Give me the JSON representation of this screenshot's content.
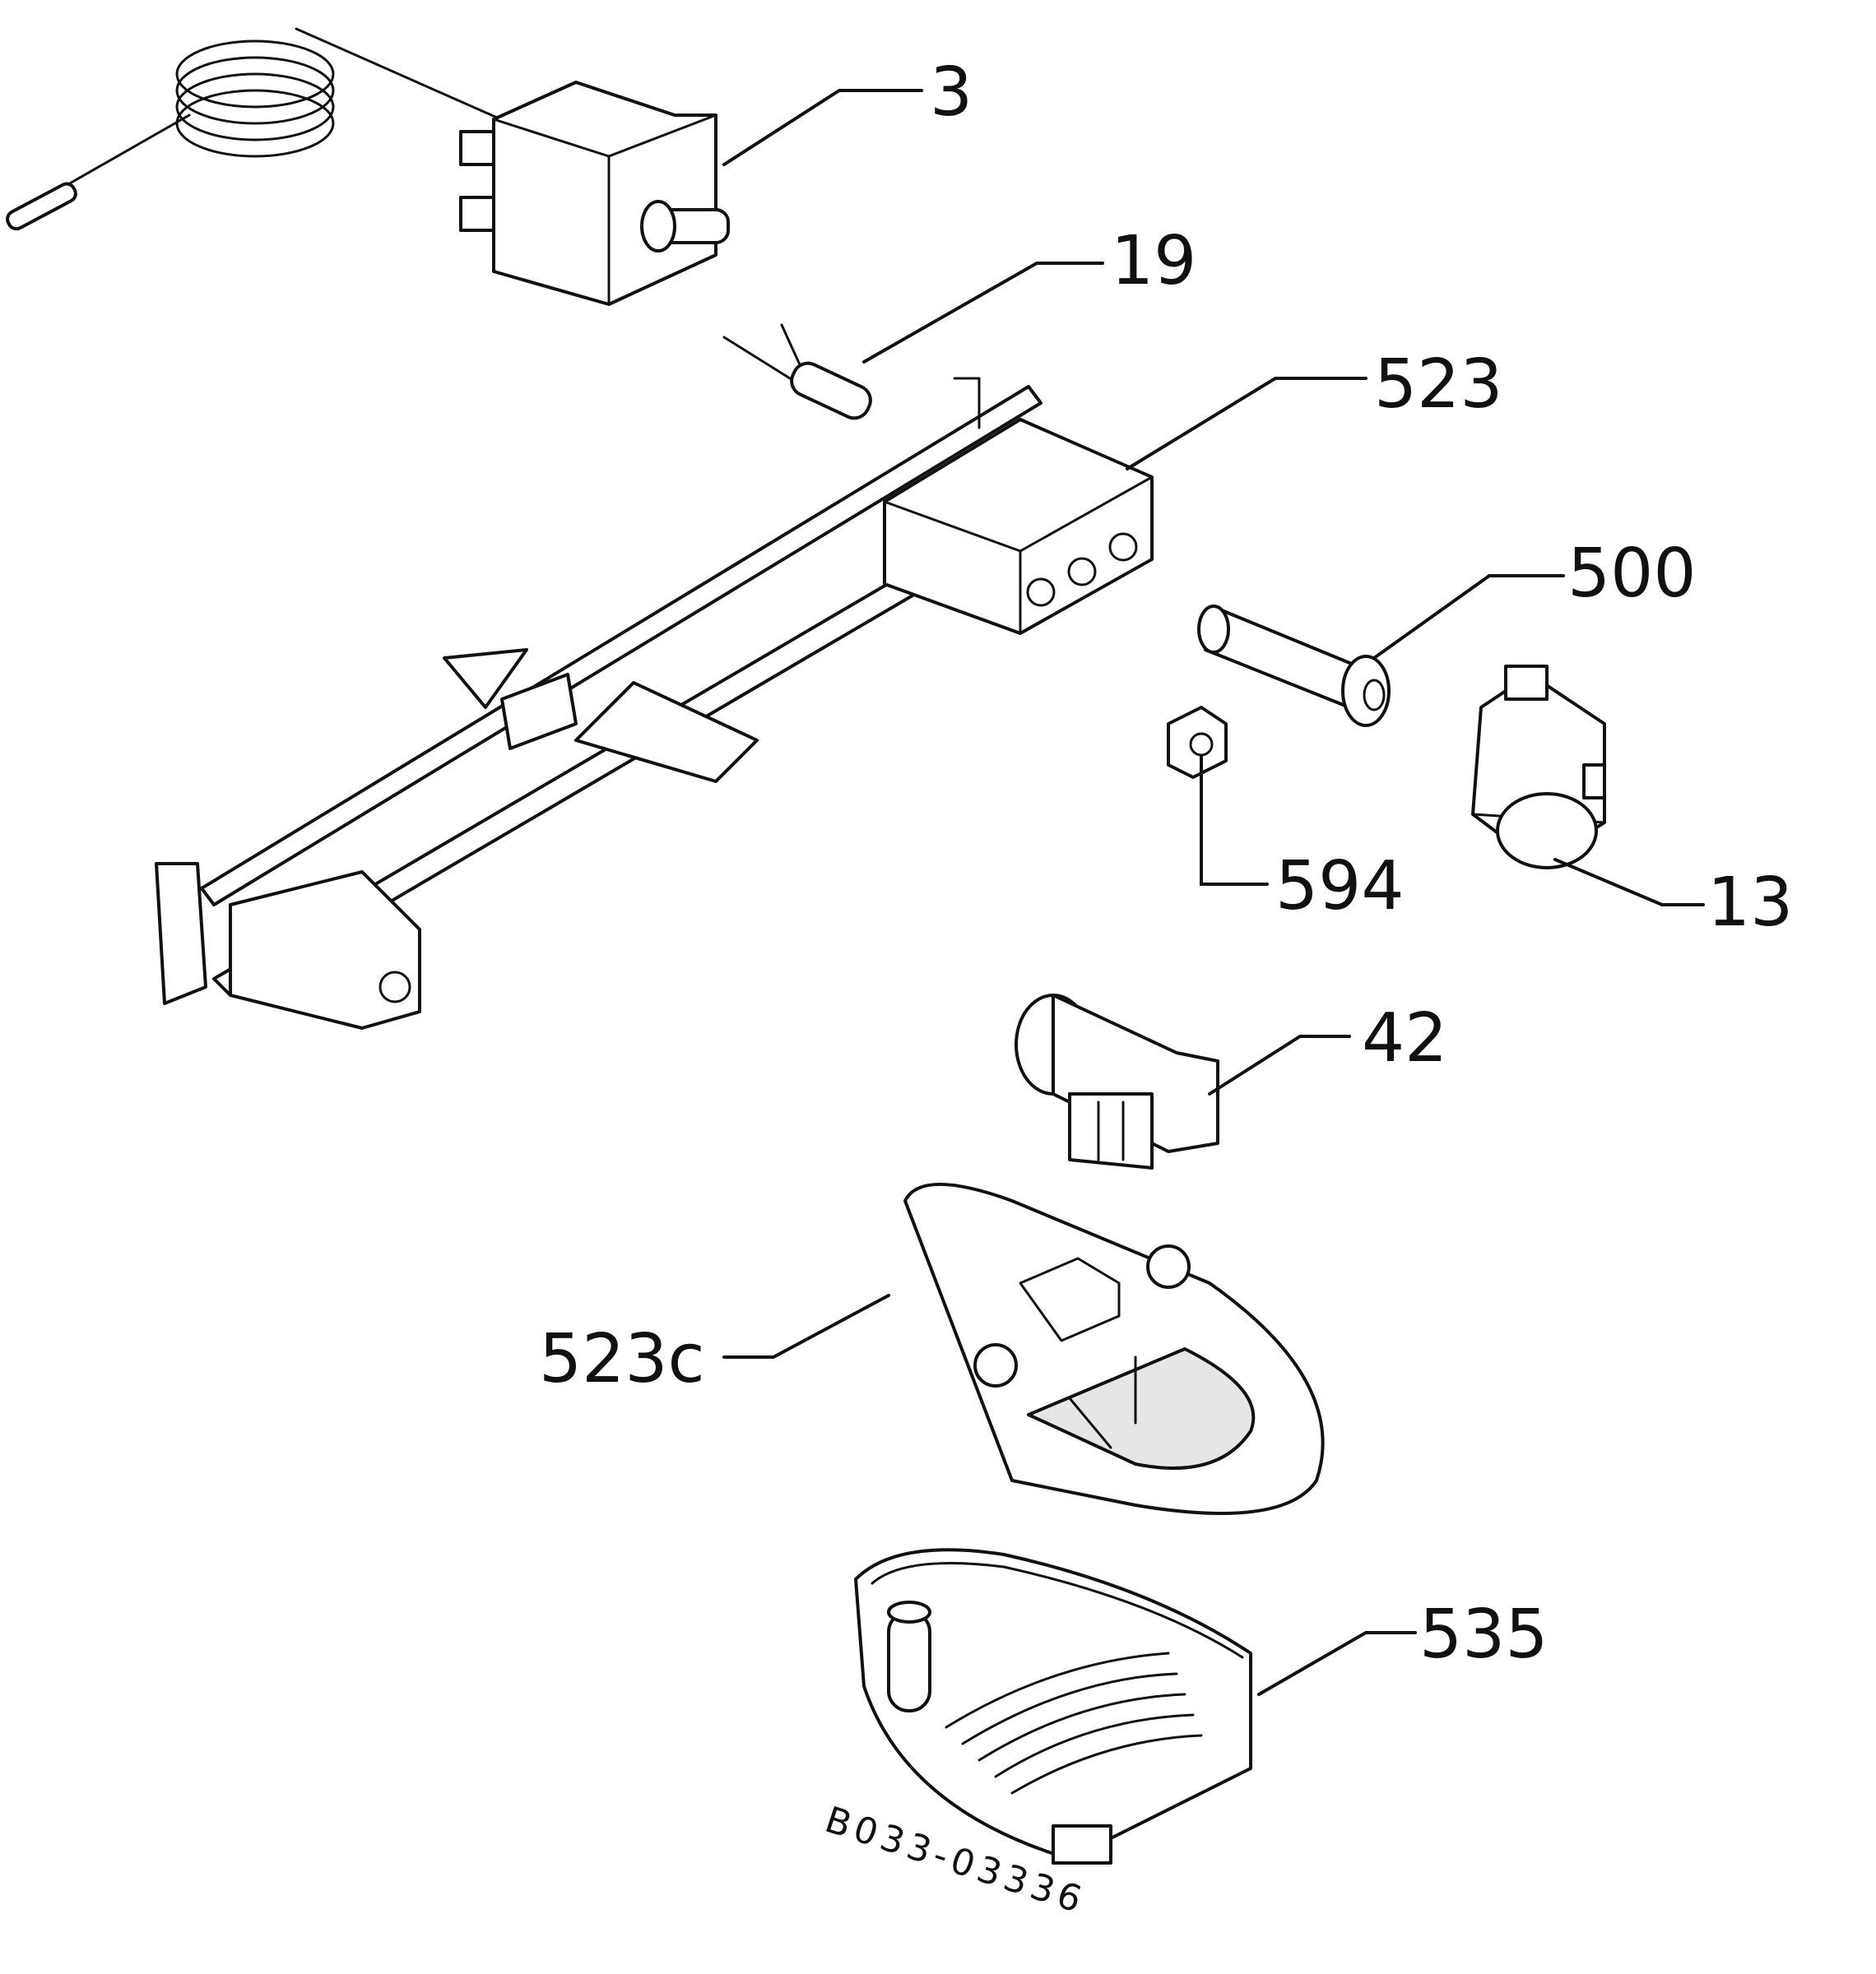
{
  "callouts": [
    {
      "label": "3"
    },
    {
      "label": "19"
    },
    {
      "label": "523"
    },
    {
      "label": "500"
    },
    {
      "label": "594"
    },
    {
      "label": "13"
    },
    {
      "label": "42"
    },
    {
      "label": "523c"
    },
    {
      "label": "535"
    }
  ],
  "document_code": "B033-03336",
  "colors": {
    "ink": "#111111",
    "paper": "#ffffff"
  }
}
